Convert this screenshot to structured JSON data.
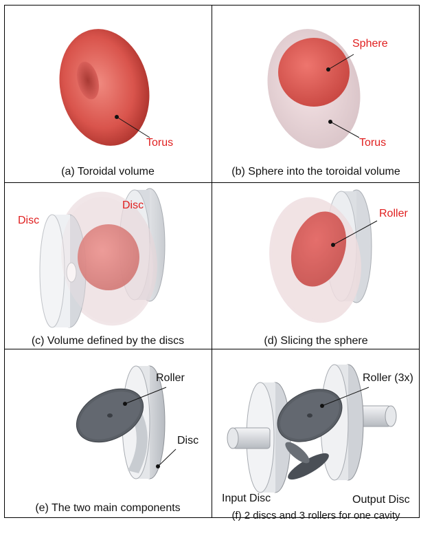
{
  "panels": [
    {
      "caption": "(a) Toroidal volume",
      "labels": [
        "Torus"
      ]
    },
    {
      "caption": "(b) Sphere into the toroidal volume",
      "labels": [
        "Sphere",
        "Torus"
      ]
    },
    {
      "caption": "(c) Volume defined by the discs",
      "labels": [
        "Disc",
        "Disc"
      ]
    },
    {
      "caption": "(d) Slicing the sphere",
      "labels": [
        "Roller"
      ]
    },
    {
      "caption": "(e) The two main components",
      "labels": [
        "Roller",
        "Disc"
      ]
    },
    {
      "caption": "(f) 2 discs and 3 rollers for one cavity",
      "labels": [
        "Roller (3x)",
        "Input Disc",
        "Output Disc"
      ]
    }
  ],
  "colors": {
    "accent": "#e01e1e",
    "torus": "#e0605a",
    "sphere": "#e0504c",
    "disc": "#dfe2e6",
    "roller": "#555a60"
  }
}
